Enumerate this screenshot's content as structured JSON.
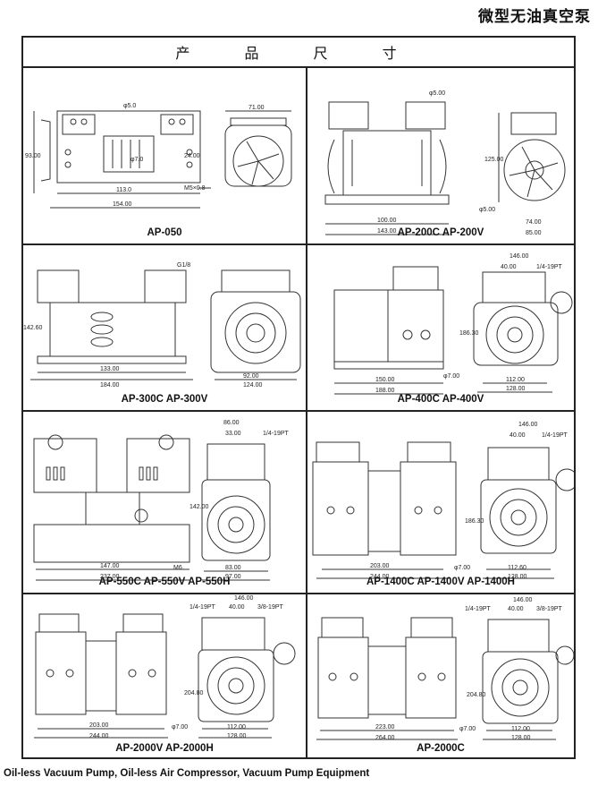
{
  "page_title": "微型无油真空泵",
  "table_header": "产 品 尺 寸",
  "footer": "Oil-less Vacuum Pump, Oil-less Air Compressor, Vacuum Pump Equipment",
  "models": [
    {
      "caption": "AP-050",
      "dims": [
        "φ5.0",
        "φ7.0",
        "24.00",
        "M5×0.8",
        "113.0",
        "154.00",
        "93.00",
        "71.00"
      ]
    },
    {
      "caption": "AP-200C  AP-200V",
      "dims": [
        "φ5.00",
        "100.00",
        "143.00",
        "125.00",
        "φ5.00",
        "74.00",
        "85.00"
      ]
    },
    {
      "caption": "AP-300C  AP-300V",
      "dims": [
        "G1/8",
        "142.60",
        "133.00",
        "184.00",
        "92.00",
        "124.00"
      ]
    },
    {
      "caption": "AP-400C  AP-400V",
      "dims": [
        "146.00",
        "40.00",
        "1/4-19PT",
        "186.30",
        "φ7.00",
        "150.00",
        "188.00",
        "112.00",
        "128.00"
      ]
    },
    {
      "caption": "AP-550C  AP-550V  AP-550H",
      "dims": [
        "86.00",
        "33.00",
        "1/4-19PT",
        "142.00",
        "M6",
        "147.00",
        "237.00",
        "83.00",
        "97.00"
      ]
    },
    {
      "caption": "AP-1400C  AP-1400V  AP-1400H",
      "dims": [
        "146.00",
        "40.00",
        "1/4-19PT",
        "186.30",
        "φ7.00",
        "203.00",
        "244.00",
        "112.60",
        "128.00"
      ]
    },
    {
      "caption": "AP-2000V  AP-2000H",
      "dims": [
        "146.00",
        "1/4-19PT",
        "40.00",
        "3/8-19PT",
        "204.80",
        "φ7.00",
        "203.00",
        "244.00",
        "112.00",
        "128.00"
      ]
    },
    {
      "caption": "AP-2000C",
      "dims": [
        "146.00",
        "1/4-19PT",
        "40.00",
        "3/8-19PT",
        "204.80",
        "φ7.00",
        "223.00",
        "264.00",
        "112.00",
        "128.00"
      ]
    }
  ]
}
